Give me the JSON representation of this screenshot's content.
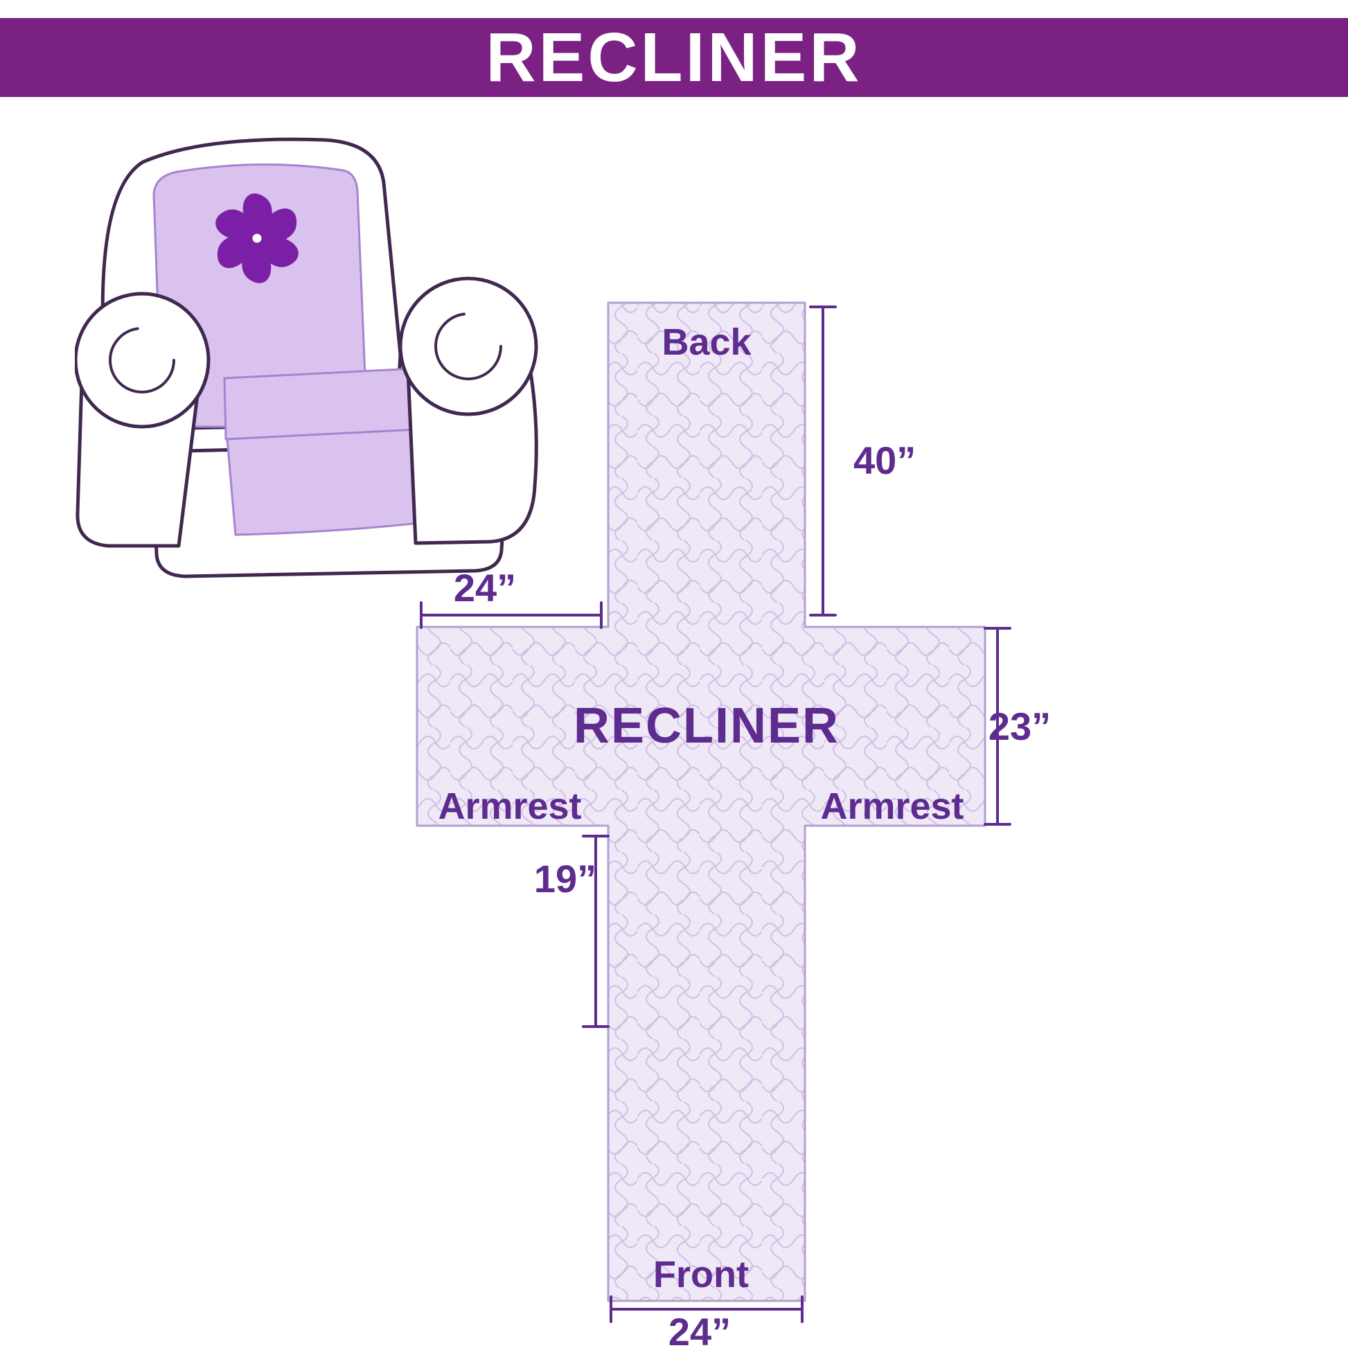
{
  "header": {
    "title": "RECLINER"
  },
  "chair": {
    "logo_icon": "pinwheel-icon",
    "cover_color": "#d9c3ee",
    "outline_color": "#40284f",
    "logo_color": "#7b1fa6"
  },
  "diagram": {
    "center_label": "RECLINER",
    "labels": {
      "back": "Back",
      "front": "Front",
      "armrest_left": "Armrest",
      "armrest_right": "Armrest"
    },
    "dimensions": {
      "back_height": "40”",
      "armrest_top_width": "24”",
      "armrest_side_height": "23”",
      "front_left_height": "19”",
      "front_bottom_width": "24”"
    },
    "colors": {
      "banner": "#7a2183",
      "label_text": "#5e2b8e",
      "cover_fill": "#efe9f7",
      "cover_pattern": "#d2c3e5",
      "cover_outline": "#b2a0d2"
    }
  }
}
